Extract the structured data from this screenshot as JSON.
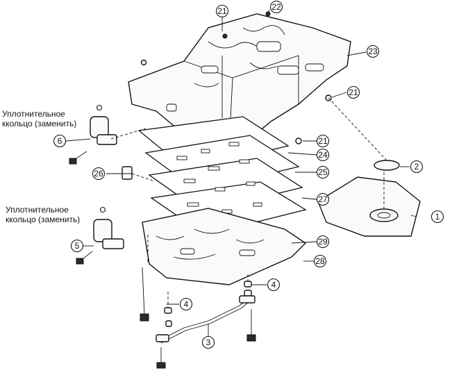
{
  "notes": {
    "seal_ring_solenoid_6": [
      "Уплотнительное",
      "ккольцо (заменить)"
    ],
    "seal_ring_solenoid_5": [
      "Уплотнительное",
      "ккольцо (заменить)"
    ]
  },
  "callouts": [
    {
      "id": "callout-1",
      "label": "1"
    },
    {
      "id": "callout-2",
      "label": "2"
    },
    {
      "id": "callout-3",
      "label": "3"
    },
    {
      "id": "callout-4a",
      "label": "4"
    },
    {
      "id": "callout-4b",
      "label": "4"
    },
    {
      "id": "callout-5",
      "label": "5"
    },
    {
      "id": "callout-6",
      "label": "6"
    },
    {
      "id": "callout-21a",
      "label": "21"
    },
    {
      "id": "callout-21b",
      "label": "21"
    },
    {
      "id": "callout-21c",
      "label": "21"
    },
    {
      "id": "callout-22",
      "label": "22"
    },
    {
      "id": "callout-23",
      "label": "23"
    },
    {
      "id": "callout-24",
      "label": "24"
    },
    {
      "id": "callout-25",
      "label": "25"
    },
    {
      "id": "callout-26",
      "label": "26"
    },
    {
      "id": "callout-27",
      "label": "27"
    },
    {
      "id": "callout-28",
      "label": "28"
    },
    {
      "id": "callout-29",
      "label": "29"
    }
  ]
}
